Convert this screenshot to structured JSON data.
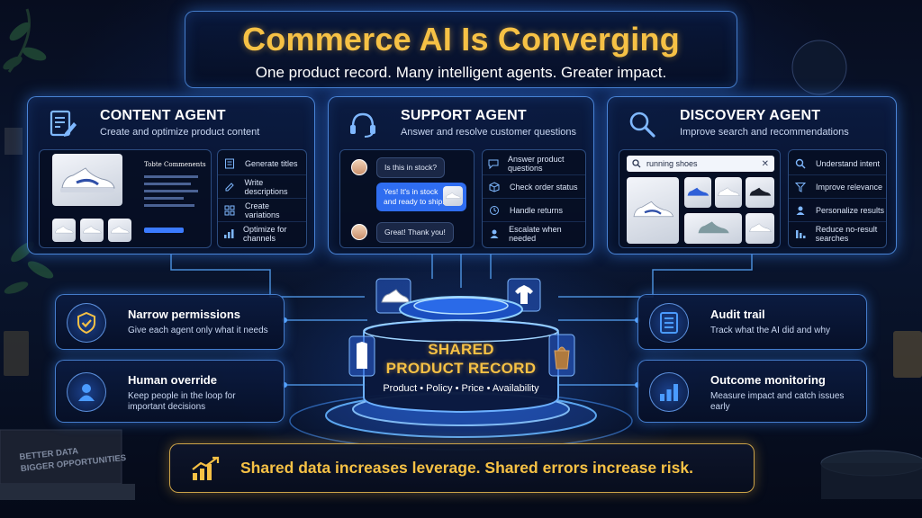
{
  "title": {
    "main": "Commerce AI Is Converging",
    "sub": "One product record. Many intelligent agents. Greater impact."
  },
  "content_agent": {
    "name": "CONTENT AGENT",
    "desc": "Create and optimize product content",
    "editor_heading": "Tobte Commenents",
    "items": [
      {
        "label": "Generate titles",
        "icon": "document-lines-icon"
      },
      {
        "label": "Write descriptions",
        "icon": "edit-pencil-icon"
      },
      {
        "label": "Create variations",
        "icon": "grid-icon"
      },
      {
        "label": "Optimize for channels",
        "icon": "bar-chart-icon"
      }
    ]
  },
  "support_agent": {
    "name": "SUPPORT AGENT",
    "desc": "Answer and resolve customer questions",
    "chat": {
      "q1": "Is this in stock?",
      "a1": "Yes! It's in stock and ready to ship.",
      "q2": "Great! Thank you!"
    },
    "items": [
      {
        "label": "Answer product questions",
        "icon": "chat-icon"
      },
      {
        "label": "Check order status",
        "icon": "box-icon"
      },
      {
        "label": "Handle returns",
        "icon": "return-icon"
      },
      {
        "label": "Escalate when needed",
        "icon": "person-icon"
      }
    ]
  },
  "discovery_agent": {
    "name": "DISCOVERY AGENT",
    "desc": "Improve search and recommendations",
    "search_value": "running shoes",
    "items": [
      {
        "label": "Understand intent",
        "icon": "search-icon"
      },
      {
        "label": "Improve relevance",
        "icon": "filter-icon"
      },
      {
        "label": "Personalize results",
        "icon": "person-icon"
      },
      {
        "label": "Reduce no-result searches",
        "icon": "chart-down-icon"
      }
    ]
  },
  "left_cards": [
    {
      "title": "Narrow permissions",
      "desc": "Give each agent only what it needs",
      "icon": "shield-check-icon"
    },
    {
      "title": "Human override",
      "desc": "Keep people in the loop for important decisions",
      "icon": "person-icon"
    }
  ],
  "right_cards": [
    {
      "title": "Audit trail",
      "desc": "Track what the AI did and why",
      "icon": "document-list-icon"
    },
    {
      "title": "Outcome monitoring",
      "desc": "Measure impact and catch issues early",
      "icon": "bar-chart-icon"
    }
  ],
  "center": {
    "title_line1": "SHARED",
    "title_line2": "PRODUCT RECORD",
    "sub": "Product • Policy • Price • Availability"
  },
  "banner": {
    "text": "Shared data increases leverage. Shared errors increase risk.",
    "icon": "trending-up-chart-icon"
  },
  "book": {
    "line1": "BETTER DATA",
    "line2": "BIGGER OPPORTUNITIES"
  },
  "colors": {
    "accent_gold": "#f6c145",
    "glow_blue": "#4a9bff",
    "panel_border": "#5aa0ff"
  }
}
